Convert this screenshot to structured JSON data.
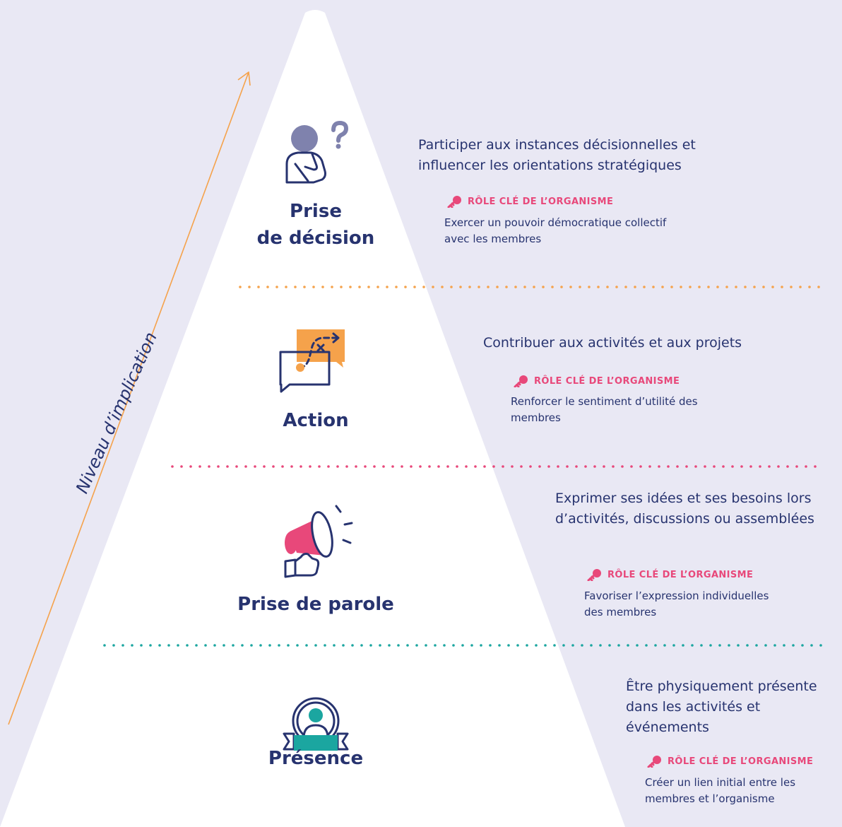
{
  "axis_label": "Niveau d’implication",
  "key_label": "RÔLE CLÉ DE L’ORGANISME",
  "colors": {
    "background": "#e9e8f4",
    "pyramid": "#ffffff",
    "navy": "#27336f",
    "pink": "#e8487a",
    "orange": "#f5a24b",
    "teal": "#1ba6a0",
    "lavender": "#7f82ad"
  },
  "levels": [
    {
      "title_line1": "Prise",
      "title_line2": "de décision",
      "description": "Participer aux instances décisionnelles et influencer les orientations stratégiques",
      "key_role": "Exercer un pouvoir démocratique collectif avec les membres",
      "icon": "thinking-person-icon"
    },
    {
      "title": "Action",
      "description": "Contribuer aux activités et aux projets",
      "key_role": "Renforcer le sentiment d’utilité des membres",
      "icon": "chat-bubbles-path-icon"
    },
    {
      "title": "Prise de parole",
      "description": "Exprimer ses idées et ses besoins lors d’activités, discussions ou assemblées",
      "key_role": "Favoriser l’expression individuelles des membres",
      "icon": "megaphone-icon"
    },
    {
      "title": "Présence",
      "description": "Être physiquement présente dans les activités et événements",
      "key_role": "Créer un lien initial entre les membres et l’organisme",
      "icon": "person-badge-icon"
    }
  ]
}
